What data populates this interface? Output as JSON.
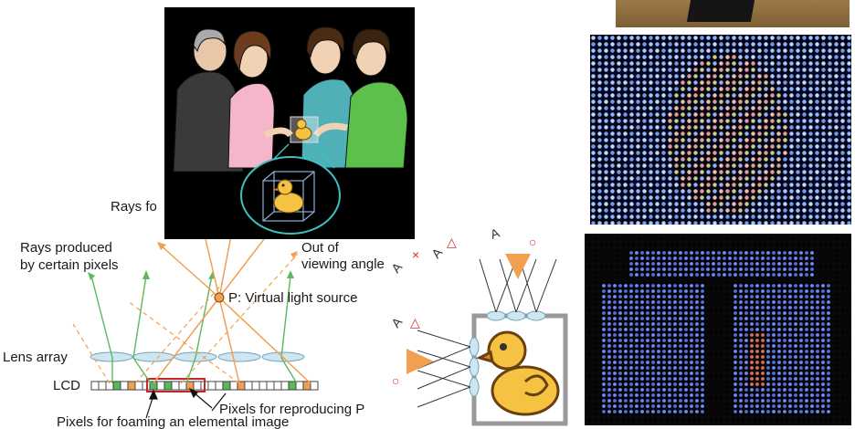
{
  "diagram": {
    "labels": {
      "rays_top": "Rays fo",
      "rays_produced_1": "Rays produced",
      "rays_produced_2": "by certain pixels",
      "out_of_1": "Out of",
      "out_of_2": "viewing angle",
      "virtual_source": "P: Virtual light source",
      "lens_array": "Lens array",
      "lcd": "LCD",
      "pixels_reproducing": "Pixels for reproducing P",
      "pixels_foaming": "Pixels for foaming an elemental image"
    },
    "colors": {
      "green_ray": "#5cb85c",
      "orange_ray": "#f0a050",
      "lens": "#cfe6f0",
      "cartoon_bg": "#000000",
      "duck": "#f5c242"
    }
  },
  "cartoon": {
    "scene": "four people looking at a 3D duck in a cube display"
  },
  "side_diagram": {
    "marks": [
      "△",
      "○",
      "×",
      "△",
      "○"
    ]
  }
}
